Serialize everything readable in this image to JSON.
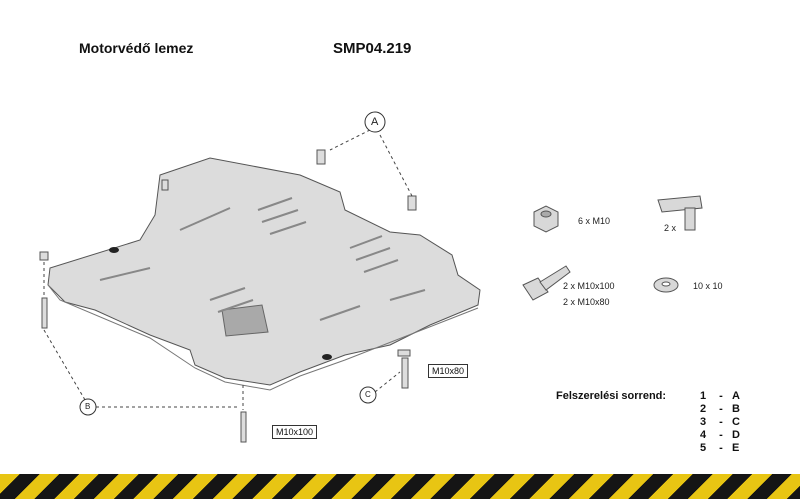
{
  "header": {
    "title": "Motorvédő lemez",
    "code": "SMP04.219"
  },
  "callouts": {
    "a": "A",
    "b": "B",
    "c": "C",
    "bolt_right": "M10x80",
    "bolt_bottom": "M10x100"
  },
  "parts": {
    "nut": "6 x M10",
    "bracket": "2 x",
    "bolt_a": "2 x M10x100",
    "bolt_b": "2 x M10x80",
    "washer": "10 x 10"
  },
  "sequence": {
    "title": "Felszerelési sorrend:",
    "steps": [
      {
        "n": "1",
        "l": "A"
      },
      {
        "n": "2",
        "l": "B"
      },
      {
        "n": "3",
        "l": "C"
      },
      {
        "n": "4",
        "l": "D"
      },
      {
        "n": "5",
        "l": "E"
      }
    ]
  },
  "colors": {
    "hazard_yellow": "#e8c513",
    "hazard_black": "#151515",
    "plate": "#dcdcdc"
  }
}
